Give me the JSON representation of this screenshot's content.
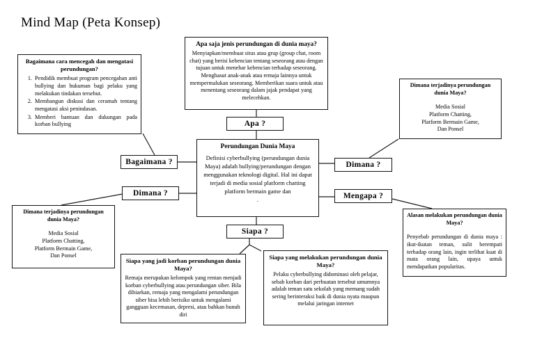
{
  "page_title": "Mind Map (Peta Konsep)",
  "labels": {
    "apa": "Apa ?",
    "bagaimana": "Bagaimana ?",
    "dimana_left": "Dimana ?",
    "dimana_right": "Dimana ?",
    "mengapa": "Mengapa ?",
    "siapa": "Siapa ?"
  },
  "nodes": {
    "center": {
      "title": "Perundungan Dunia Maya",
      "body": "Definisi cyberbullying (perundungan dunia Maya) adalah bullying/perundungan dengan menggunakan teknologi digital. Hal ini dapat terjadi di media sosial platform chatting platform bermain game dan",
      "truncated": "."
    },
    "what_detail": {
      "title": "Apa saja jenis perundungan di dunia maya?",
      "body": "Menyiapkan/membuat situs atau grup (group chat, room chat) yang berisi kebencian tentang seseorang atau dengan tujuan untuk menebar kebencian terhadap seseorang. Menghasut anak-anak atau remaja lainnya untuk mempermalukan seseorang. Memberikan suara untuk atau menentang seseorang dalam jajak pendapat yang melecehkan."
    },
    "how_detail": {
      "title": "Bagaimana cara mencegah dan mengatasi perundungan?",
      "items": [
        "Pendidik membuat program pencegahan anti bullying dan hukuman bagi pelaku yang melakukan tindakan tersebut.",
        "Membangun diskusi dan ceramah tentang mengatasi aksi penindasan.",
        "Memberi bantuan dan dukungan pada korban bullying"
      ]
    },
    "where_top": {
      "title": "Dimana terjadinya perundungan dunia Maya?",
      "lines": [
        "Media Sosial",
        "Platform Chatting,",
        "Platform Bermain Game,",
        "Dan Ponsel"
      ]
    },
    "where_bottom": {
      "title": "Dimana terjadinya perundungan dunia Maya?",
      "lines": [
        "Media Sosial",
        "Platform Chatting,",
        "Platform Bermain Game,",
        "Dan Ponsel"
      ]
    },
    "who_victim": {
      "title": "Siapa yang jadi korban perundungan dunia Maya?",
      "body": "Remaja merupakan kelompok yang rentan menjadi korban cyberbullying atau perundungan siber. Bila dibiarkan, remaja yang mengalami perundungan siber bisa lebih berisiko untuk mengalami gangguan kecemasan, depresi, atau bahkan bunuh diri"
    },
    "who_perpetrator": {
      "title": "Siapa yang melakukan perundungan dunia Maya?",
      "body": "Pelaku cyberbullying didominasi oleh pelajar, sebab korban dari perbuatan tersebut umumnya adalah teman satu sekolah yang memang sudah sering berinteraksi baik di dunia nyata maupun melalui jaringan internet"
    },
    "why_detail": {
      "title": "Alasan melakukan perundungan dunia Maya?",
      "body": "Penyebab perundungan di dunia maya : ikut-ikutan teman, sulit berempati terhadap orang lain, ingin terlihat kuat di mata orang lain, upaya untuk mendapatkan popularitas."
    }
  },
  "colors": {
    "background": "#ffffff",
    "border": "#111111",
    "text": "#000000"
  }
}
